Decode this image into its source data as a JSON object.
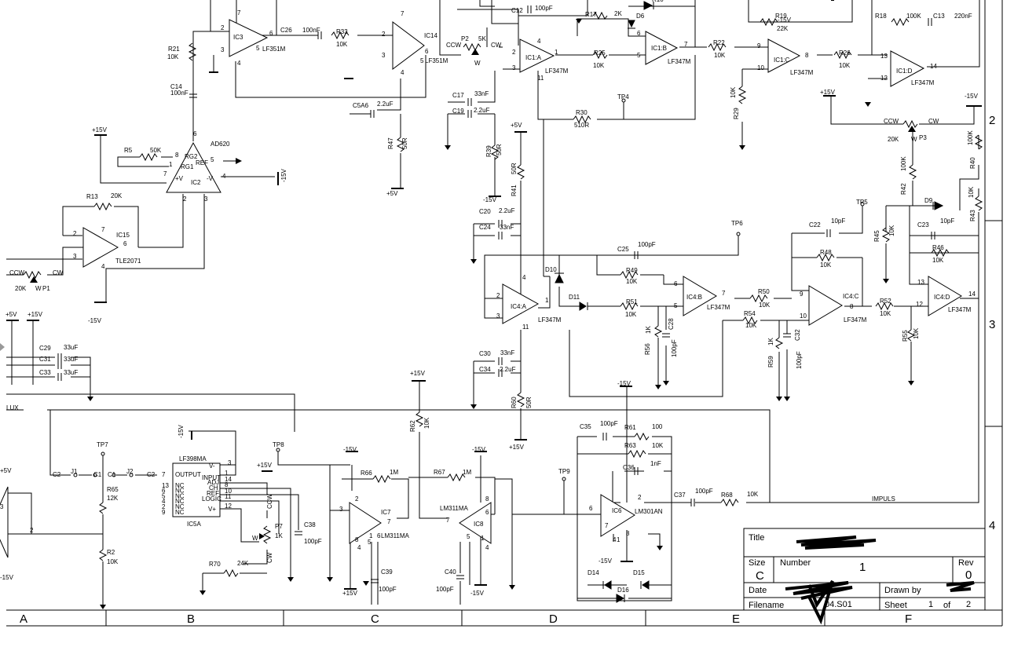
{
  "opamps": [
    {
      "ref": "IC3",
      "part": "LF351M",
      "pins": [
        "2",
        "3",
        "6",
        "7",
        "4",
        "5"
      ]
    },
    {
      "ref": "IC14",
      "part": "LF351M",
      "pins": [
        "2",
        "3",
        "6",
        "7",
        "4",
        "5"
      ]
    },
    {
      "ref": "IC1:A",
      "part": "LF347M",
      "pins": [
        "2",
        "3",
        "1",
        "4",
        "11"
      ]
    },
    {
      "ref": "IC1:B",
      "part": "LF347M",
      "pins": [
        "6",
        "5",
        "7"
      ]
    },
    {
      "ref": "IC1:C",
      "part": "LF347M",
      "pins": [
        "9",
        "10",
        "8"
      ]
    },
    {
      "ref": "IC1:D",
      "part": "LF347M",
      "pins": [
        "13",
        "12",
        "14"
      ]
    },
    {
      "ref": "IC15",
      "part": "TLE2071",
      "pins": [
        "2",
        "3",
        "6",
        "7",
        "4"
      ]
    },
    {
      "ref": "IC4:A",
      "part": "LF347M",
      "pins": [
        "2",
        "3",
        "1",
        "4",
        "11"
      ]
    },
    {
      "ref": "IC4:B",
      "part": "LF347M",
      "pins": [
        "6",
        "5",
        "7"
      ]
    },
    {
      "ref": "IC4:C",
      "part": "LF347M",
      "pins": [
        "9",
        "10",
        "8"
      ]
    },
    {
      "ref": "IC4:D",
      "part": "LF347M",
      "pins": [
        "13",
        "12",
        "14"
      ]
    },
    {
      "ref": "IC7",
      "part": "LM311MA",
      "pins": [
        "3",
        "2",
        "7",
        "8",
        "4",
        "1",
        "6",
        "5"
      ]
    },
    {
      "ref": "IC8",
      "part": "LM311MA",
      "pins": [
        "7",
        "8",
        "6",
        "5",
        "4",
        "1"
      ]
    },
    {
      "ref": "IC6",
      "part": "LM301AN",
      "pins": [
        "6",
        "2",
        "7",
        "4",
        "1",
        "8"
      ]
    },
    {
      "ref": "",
      "part": "",
      "pins": [
        "3",
        "2"
      ]
    }
  ],
  "inamp": {
    "ref": "IC2",
    "part": "AD620",
    "pins": [
      "6",
      "8",
      "1",
      "7",
      "4",
      "5",
      "2",
      "3"
    ],
    "pin_names": [
      "RG2",
      "RG1",
      "REF",
      "+V",
      "-V"
    ]
  },
  "sample_hold": {
    "ref": "IC5A",
    "part": "LF398MA",
    "left_pins": [
      {
        "num": "7",
        "name": "OUTPUT"
      },
      {
        "num": "13",
        "name": "NC"
      },
      {
        "num": "6",
        "name": "NC"
      },
      {
        "num": "5",
        "name": "NC"
      },
      {
        "num": "4",
        "name": "NC"
      },
      {
        "num": "2",
        "name": "NC"
      },
      {
        "num": "9",
        "name": "NC"
      }
    ],
    "right_pins": [
      {
        "num": "3",
        "name": "V-"
      },
      {
        "num": "1",
        "name": "INPUT"
      },
      {
        "num": "14",
        "name": "ADJ"
      },
      {
        "num": "8",
        "name": "CH"
      },
      {
        "num": "10",
        "name": "REF"
      },
      {
        "num": "11",
        "name": "LOGIC"
      },
      {
        "num": "12",
        "name": "V+"
      }
    ]
  },
  "resistors": [
    {
      "ref": "R21",
      "value": "10K"
    },
    {
      "ref": "R33",
      "value": "10K"
    },
    {
      "ref": "R17",
      "value": "2K"
    },
    {
      "ref": "R18",
      "value": "100K"
    },
    {
      "ref": "R19",
      "value": "22K"
    },
    {
      "ref": "R25",
      "value": "10K"
    },
    {
      "ref": "R22",
      "value": "10K"
    },
    {
      "ref": "R26",
      "value": "10K"
    },
    {
      "ref": "R29",
      "value": "10K"
    },
    {
      "ref": "R30",
      "value": "510R"
    },
    {
      "ref": "R5",
      "value": "50K"
    },
    {
      "ref": "R47",
      "value": "50R"
    },
    {
      "ref": "R39",
      "value": "50R"
    },
    {
      "ref": "R41",
      "value": "50R"
    },
    {
      "ref": "R13",
      "value": "20K"
    },
    {
      "ref": "R40",
      "value": "100K"
    },
    {
      "ref": "R42",
      "value": "100K"
    },
    {
      "ref": "R43",
      "value": "10K"
    },
    {
      "ref": "R45",
      "value": "10K"
    },
    {
      "ref": "R48",
      "value": "10K"
    },
    {
      "ref": "R46",
      "value": "10K"
    },
    {
      "ref": "R49",
      "value": "10K"
    },
    {
      "ref": "R51",
      "value": "10K"
    },
    {
      "ref": "R50",
      "value": "10K"
    },
    {
      "ref": "R52",
      "value": "10K"
    },
    {
      "ref": "R54",
      "value": "10K"
    },
    {
      "ref": "R55",
      "value": "10K"
    },
    {
      "ref": "R56",
      "value": "1K"
    },
    {
      "ref": "R59",
      "value": "1K"
    },
    {
      "ref": "R60",
      "value": "50R"
    },
    {
      "ref": "R62",
      "value": "10K"
    },
    {
      "ref": "R65",
      "value": "12K"
    },
    {
      "ref": "R2",
      "value": "10K"
    },
    {
      "ref": "R66",
      "value": "1M"
    },
    {
      "ref": "R67",
      "value": "1M"
    },
    {
      "ref": "R61",
      "value": "100"
    },
    {
      "ref": "R63",
      "value": "10K"
    },
    {
      "ref": "R68",
      "value": "10K"
    },
    {
      "ref": "R70",
      "value": "24K"
    },
    {
      "ref": "R10",
      "value": ""
    }
  ],
  "capacitors": [
    {
      "ref": "C12",
      "value": "100pF"
    },
    {
      "ref": "C26",
      "value": "100nF"
    },
    {
      "ref": "C13",
      "value": "220nF"
    },
    {
      "ref": "C14",
      "value": "100nF"
    },
    {
      "ref": "C5A6",
      "value": "2.2uF"
    },
    {
      "ref": "C17",
      "value": "33nF"
    },
    {
      "ref": "C19",
      "value": "2.2uF"
    },
    {
      "ref": "C20",
      "value": "2.2uF"
    },
    {
      "ref": "C24",
      "value": "33nF"
    },
    {
      "ref": "C25",
      "value": "100pF"
    },
    {
      "ref": "C22",
      "value": "10pF"
    },
    {
      "ref": "C23",
      "value": "10pF"
    },
    {
      "ref": "C28",
      "value": "100pF"
    },
    {
      "ref": "C32",
      "value": "100pF"
    },
    {
      "ref": "C29",
      "value": "33uF"
    },
    {
      "ref": "C31",
      "value": "33uF"
    },
    {
      "ref": "C33",
      "value": "33uF"
    },
    {
      "ref": "C30",
      "value": "33nF"
    },
    {
      "ref": "C34",
      "value": "2.2uF"
    },
    {
      "ref": "C35",
      "value": "100pF"
    },
    {
      "ref": "C36",
      "value": "1nF"
    },
    {
      "ref": "C37",
      "value": "100pF"
    },
    {
      "ref": "C38",
      "value": "100pF"
    },
    {
      "ref": "C39",
      "value": "100pF"
    },
    {
      "ref": "C40",
      "value": "100pF"
    }
  ],
  "pots": [
    {
      "ref": "P2",
      "value": "5K",
      "ccw": "CCW",
      "cw": "CW",
      "wiper": "W"
    },
    {
      "ref": "P3",
      "value": "20K",
      "ccw": "CCW",
      "cw": "CW",
      "wiper": "W"
    },
    {
      "ref": "P1",
      "value": "20K",
      "ccw": "CCW",
      "cw": "CW",
      "wiper": "W"
    },
    {
      "ref": "P7",
      "value": "1K",
      "ccw": "CCW",
      "cw": "CW",
      "wiper": "W"
    }
  ],
  "diodes": [
    "D6",
    "D9",
    "D10",
    "D11",
    "D14",
    "D15",
    "D16"
  ],
  "testpoints": [
    "TP4",
    "TP5",
    "TP6",
    "TP7",
    "TP8",
    "TP9"
  ],
  "jumpers": [
    {
      "ref": "J1",
      "left": "C2",
      "right": "C1"
    },
    {
      "ref": "J2",
      "left": "C1",
      "right": "C2"
    }
  ],
  "rails": [
    "+15V",
    "-15V",
    "+5V",
    "+15V",
    "-15V",
    "+5V",
    "-15V",
    "+5V",
    "+15V",
    "-15V",
    "+15V",
    "-15V",
    "-15V",
    "+15V",
    "-15V",
    "-15V",
    "+15V",
    "-15V",
    "+15V",
    "-15V",
    "+5V",
    "-15V",
    "-15V",
    "+15V",
    "+5V",
    "-15V",
    "+15V",
    "-15V",
    "-15V",
    "+15V",
    "-15V"
  ],
  "nets": [
    "IMPULS",
    "LUX"
  ],
  "title_block": {
    "title_label": "Title",
    "size_label": "Size",
    "size": "C",
    "number_label": "Number",
    "number": "1",
    "rev_label": "Rev",
    "rev": "0",
    "date_label": "Date",
    "drawn_by_label": "Drawn by",
    "filename_label": "Filename",
    "filename": "04.S01",
    "sheet_label": "Sheet",
    "sheet": "1",
    "of_label": "of",
    "of": "2"
  },
  "zones": {
    "cols": [
      "A",
      "B",
      "C",
      "D",
      "E",
      "F"
    ],
    "rows": [
      "2",
      "3",
      "4"
    ]
  }
}
